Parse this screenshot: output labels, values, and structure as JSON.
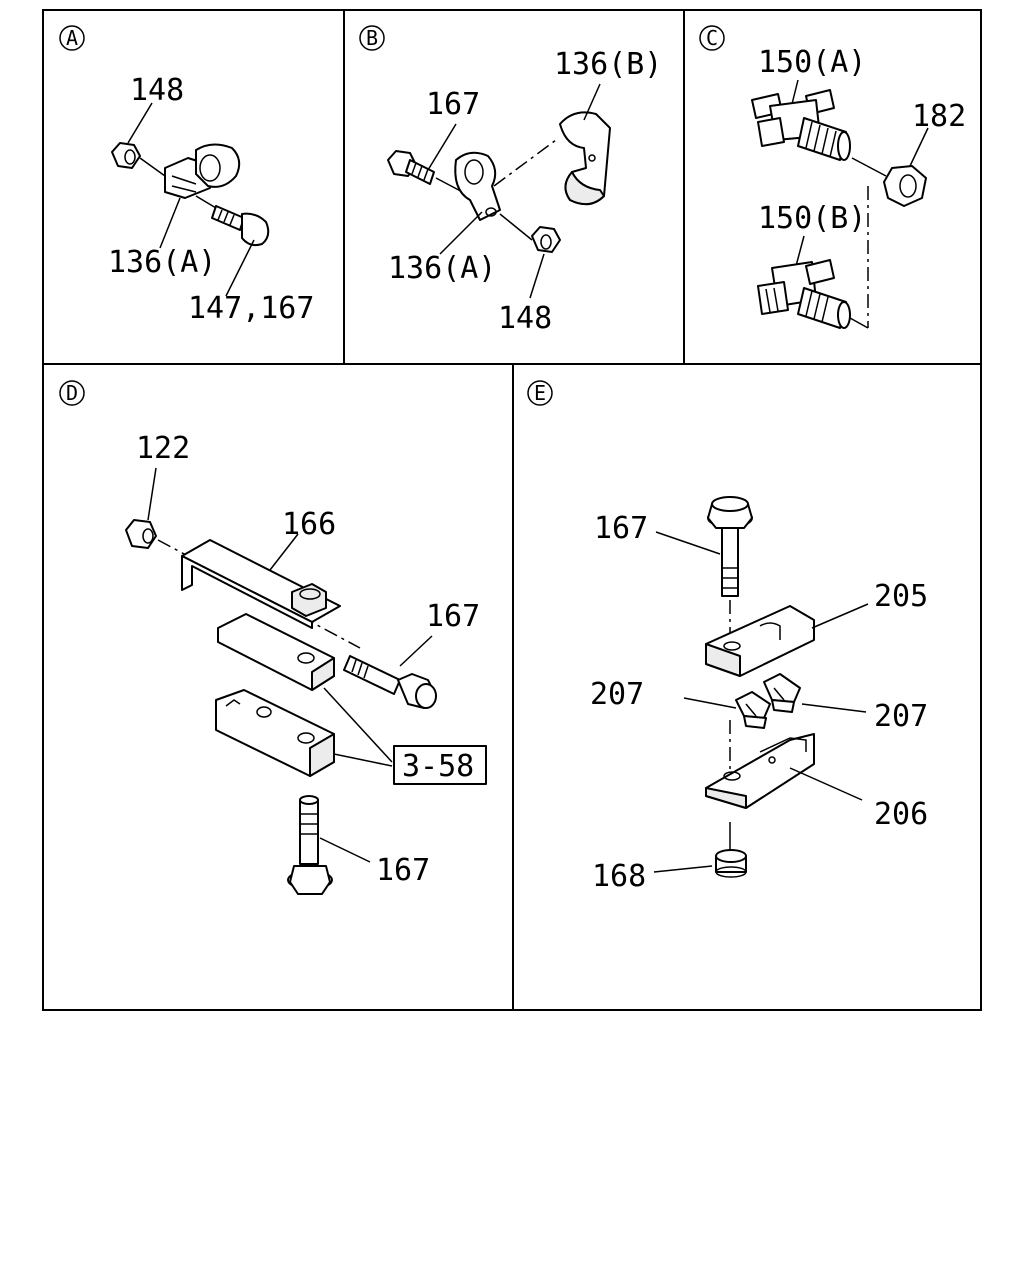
{
  "panels": {
    "A": {
      "letter": "A",
      "labels": {
        "nut": "148",
        "clip": "136(A)",
        "bolt": "147,167"
      }
    },
    "B": {
      "letter": "B",
      "labels": {
        "bolt": "167",
        "clip_b": "136(B)",
        "clip_a": "136(A)",
        "nut": "148"
      }
    },
    "C": {
      "letter": "C",
      "labels": {
        "fitting_a": "150(A)",
        "nut": "182",
        "fitting_b": "150(B)"
      }
    },
    "D": {
      "letter": "D",
      "labels": {
        "nut": "122",
        "bracket": "166",
        "bolt_side": "167",
        "ref": "3-58",
        "bolt_bottom": "167"
      }
    },
    "E": {
      "letter": "E",
      "labels": {
        "bolt": "167",
        "upper_block": "205",
        "clip_left": "207",
        "clip_right": "207",
        "lower_block": "206",
        "nut": "168"
      }
    }
  }
}
